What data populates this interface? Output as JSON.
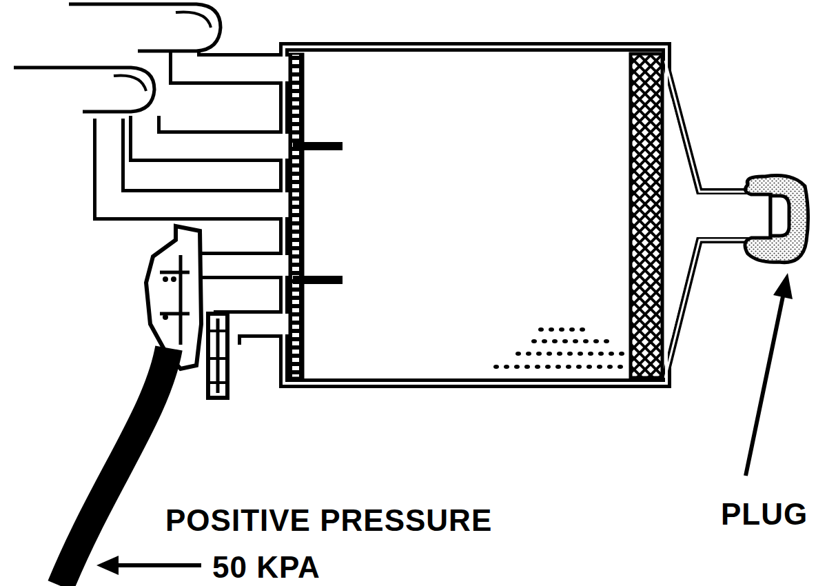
{
  "diagram": {
    "labels": [
      "POSITIVE PRESSURE",
      "50 KPA",
      "PLUG"
    ]
  }
}
